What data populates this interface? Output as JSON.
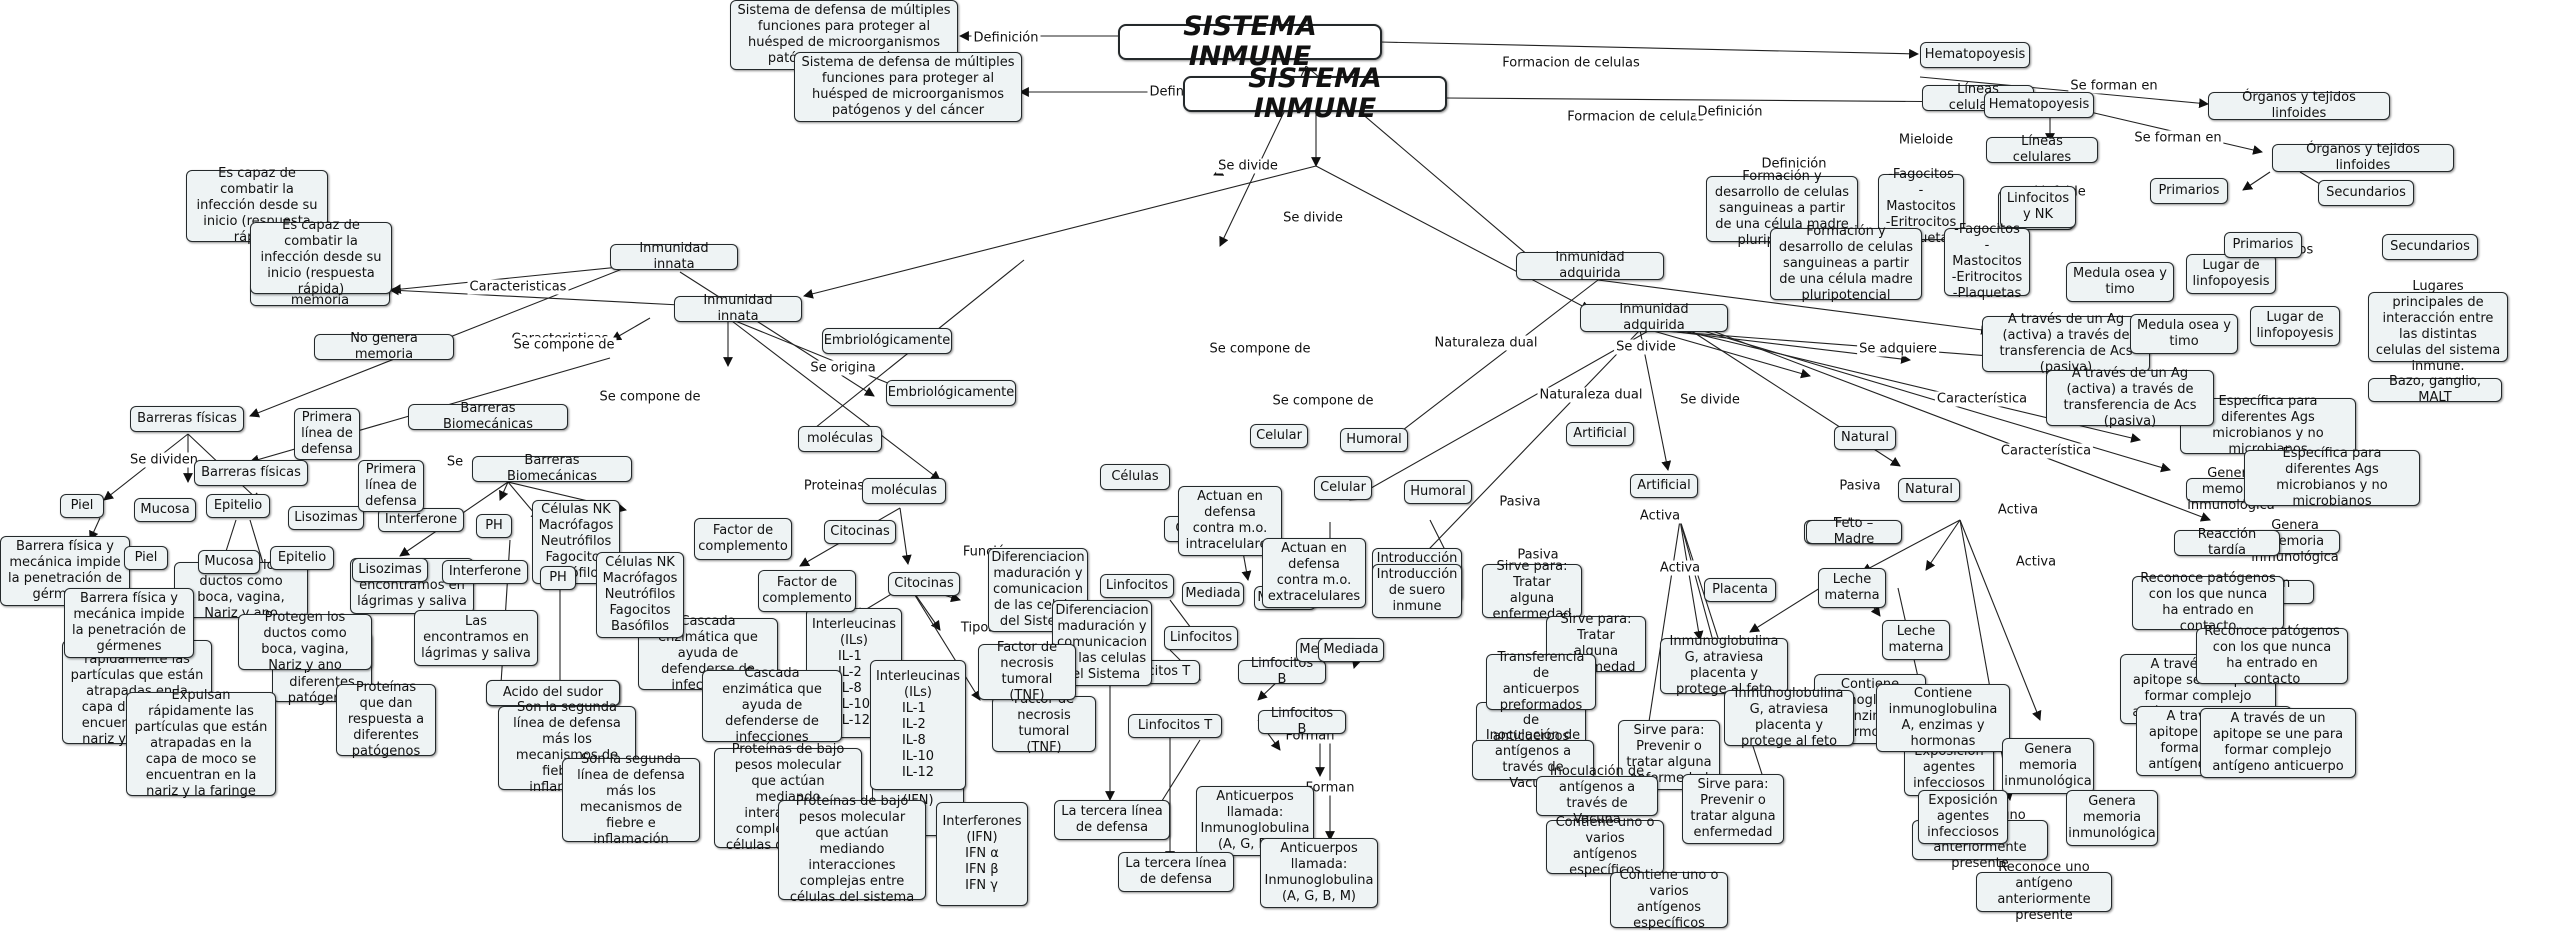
{
  "title": "SISTEMA INMUNE",
  "edge_labels": {
    "definicion": "Definición",
    "formacion": "Formacion de celulas",
    "se_divide": "Se divide",
    "caracteristicas": "Caracteristicas",
    "se_compone_de": "Se compone de",
    "se_origina": "Se origina",
    "se_dividen": "Se dividen",
    "proteinas": "Proteinas",
    "funcion": "Función",
    "tipos": "Tipos",
    "se_forman_en": "Se forman en",
    "mieloide": "Mieloide",
    "linfoide": "Linfoide",
    "organos": "Organos",
    "naturaleza_dual": "Naturaleza dual",
    "se_adquiere": "Se adquiere",
    "caracteristica": "Característica",
    "pasiva": "Pasiva",
    "activa": "Activa",
    "forman": "Forman",
    "se": "Se"
  },
  "nodes": {
    "definicion_text": "Sistema de defensa de múltiples funciones para proteger al huésped de microorganismos patógenos y del cáncer",
    "inmunidad_innata": "Inmunidad innata",
    "inmunidad_adquirida": "Inmunidad adquirida",
    "embriologicamente": "Embriológicamente",
    "no_genera_memoria": "No genera memoria",
    "infeccion_rapida": "Es capaz de combatir la infección desde su inicio (respuesta rápida)",
    "barreras_fisicas": "Barreras físicas",
    "primera_linea": "Primera línea de defensa",
    "barreras_biomecanicas": "Barreras Biomecánicas",
    "moleculas": "moléculas",
    "piel": "Piel",
    "mucosa": "Mucosa",
    "epitelio": "Epitelio",
    "lisozimas": "Lisozimas",
    "interferone": "Interferone",
    "ph": "PH",
    "celulas_nk": "Células NK Macrófagos Neutrófilos Fagocitos Basófilos",
    "barrera_fisica_desc": "Barrera física y mecánica impide la penetración de gérmenes",
    "protegen_ductos": "Protegen los ductos como boca, vagina, Nariz y ano",
    "atrapan_particulas": "Expulsan rápidamente las partículas que están atrapadas en la capa de moco se encuentran en la nariz y la faringe",
    "proteinas_respuesta": "Proteínas que dan respuesta a diferentes patógenos",
    "lagrimas_saliva": "Las encontramos en lágrimas y saliva",
    "acido_sudor": "Acido del sudor",
    "segunda_linea": "Son la segunda línea de defensa más los mecanismos de fiebre e inflamación",
    "factor_complemento": "Factor de complemento",
    "citocinas": "Citocinas",
    "diferenciacion": "Diferenciacion maduración y comunicacion de las celulas del Sistema",
    "cascada_enzimatica": "Cascada enzimática que ayuda de defenderse de infecciones",
    "interleucinas": "Interleucinas (ILs)",
    "interleucinas_list": [
      "IL-1",
      "IL-2",
      "IL-8",
      "IL-10",
      "IL-12"
    ],
    "interferones": "Interferones (IFN)",
    "interferones_list": [
      "IFN α",
      "IFN β",
      "IFN γ"
    ],
    "factor_necrosis": "Factor de necrosis tumoral (TNF)",
    "proteinas_bajo_peso": "Proteínas de bajo pesos molecular que actúan mediando interacciones complejas entre células del sistema",
    "hematopoyesis": "Hematopoyesis",
    "lineas_celulares": "Líneas celulares",
    "formacion_desarrollo": "Formación y desarrollo de celulas sanguineas a partir de una célula madre pluripotencial",
    "fagocitos_list": "-Fagocitos -Mastocitos -Eritrocitos -Plaquetas",
    "linfocitos_nk": "Linfocitos y NK",
    "organos_tejidos": "Órganos y tejidos linfoides",
    "primarios": "Primarios",
    "secundarios": "Secundarios",
    "lugar_linfopoyesis": "Lugar de linfopoyesis",
    "medula_timo": "Medula osea y timo",
    "lugares_principales": "Lugares principales de interacción entre las distintas celulas del sistema inmune.",
    "bazo_ganglio": "Bazo, ganglio, MALT",
    "celular": "Celular",
    "humoral": "Humoral",
    "celulas": "Células",
    "actuan_intracelulares": "Actuan en defensa contra m.o. intracelulares",
    "actuan_extracelulares": "Actuan en defensa contra m.o. extracelulares",
    "linfocitos": "Linfocitos",
    "mediada": "Mediada",
    "linfocitos_t": "Linfocitos T",
    "linfocitos_b": "Linfocitos B",
    "tercera_linea": "La tercera línea de defensa",
    "anticuerpos": "Anticuerpos llamada: Inmunoglobulina (A, G, B, M)",
    "introduccion_suero": "Introducción de suero inmune",
    "transferencia_anticuerpos": "Transferencia de anticuerpos preformados",
    "artificial": "Artificial",
    "natural": "Natural",
    "feto_madre": "Feto – Madre",
    "placenta": "Placenta",
    "leche_materna": "Leche materna",
    "tratar_enfermedad": "Sirve para: Tratar alguna enfermedad",
    "inoculacion_antigenos": "Inoculación de antígenos a través de Vacuna",
    "prevenir_enfermedad": "Sirve para: Prevenir o tratar alguna enfermedad",
    "contiene_antigenos": "Contiene uno o varios antígenos específicos",
    "inmunoglobulina_g": "Inmunoglobulina G, atraviesa placenta y protege al feto",
    "inmunoglobulina_a": "Contiene inmunoglobulina A, enzimas y hormonas",
    "exposicion_agentes": "Exposición agentes infecciosos",
    "genera_memoria": "Genera memoria inmunológica",
    "reaccion_tardia": "Reacción tardía",
    "reconoce_patogenos": "Reconoce patógenos con los que nunca ha entrado en contacto",
    "apitope": "A través de un apitope se une para formar complejo antígeno anticuerpo",
    "reconoce_antigeno": "Reconoce uno antígeno anteriormente presente",
    "especifica_ags": "Específica para diferentes Ags microbianos y no microbianos",
    "ag_activa": "A través de un Ag (activa) a través de transferencia de Acs (pasiva)"
  }
}
